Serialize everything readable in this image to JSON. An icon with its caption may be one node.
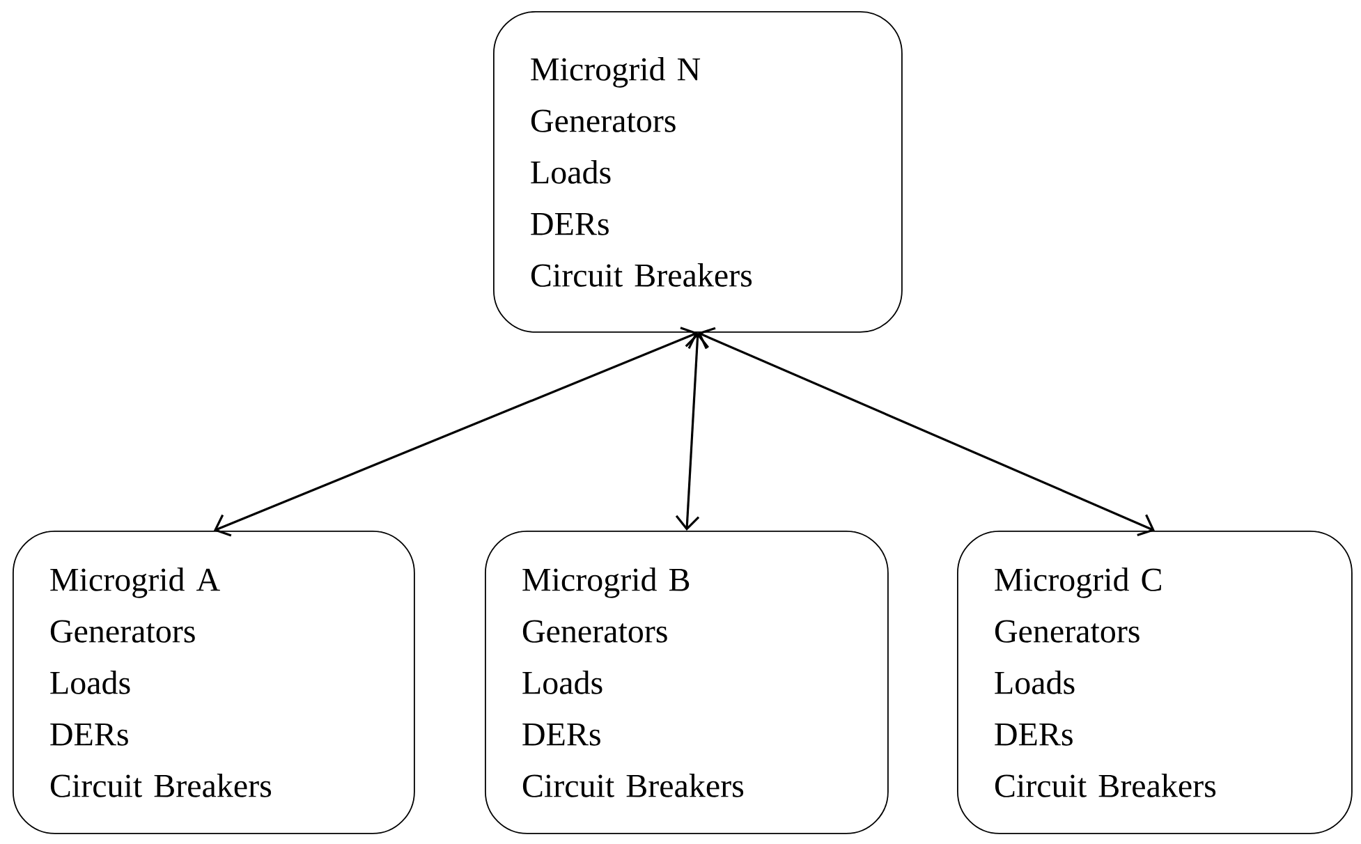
{
  "diagram": {
    "nodes": [
      {
        "text": [
          "Microgrid N",
          "Generators",
          "Loads",
          "DERs",
          "Circuit Breakers"
        ]
      },
      {
        "text": [
          "Microgrid A",
          "Generators",
          "Loads",
          "DERs",
          "Circuit Breakers"
        ]
      },
      {
        "text": [
          "Microgrid B",
          "Generators",
          "Loads",
          "DERs",
          "Circuit Breakers"
        ]
      },
      {
        "text": [
          "Microgrid C",
          "Generators",
          "Loads",
          "DERs",
          "Circuit Breakers"
        ]
      }
    ],
    "edges": [
      {
        "from": 0,
        "to": 1,
        "arrow": "both"
      },
      {
        "from": 0,
        "to": 2,
        "arrow": "both"
      },
      {
        "from": 0,
        "to": 3,
        "arrow": "both"
      }
    ]
  }
}
